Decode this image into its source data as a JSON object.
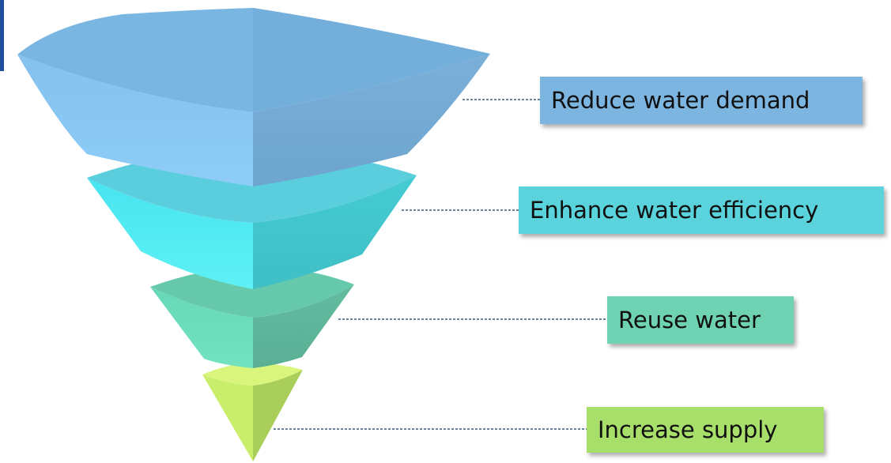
{
  "diagram": {
    "levels": [
      {
        "label": "Reduce water demand",
        "color": "#7db5e1"
      },
      {
        "label": "Enhance water efficiency",
        "color": "#5ad3dc"
      },
      {
        "label": "Reuse water",
        "color": "#6fd3b3"
      },
      {
        "label": "Increase supply",
        "color": "#a8df6a"
      }
    ]
  }
}
